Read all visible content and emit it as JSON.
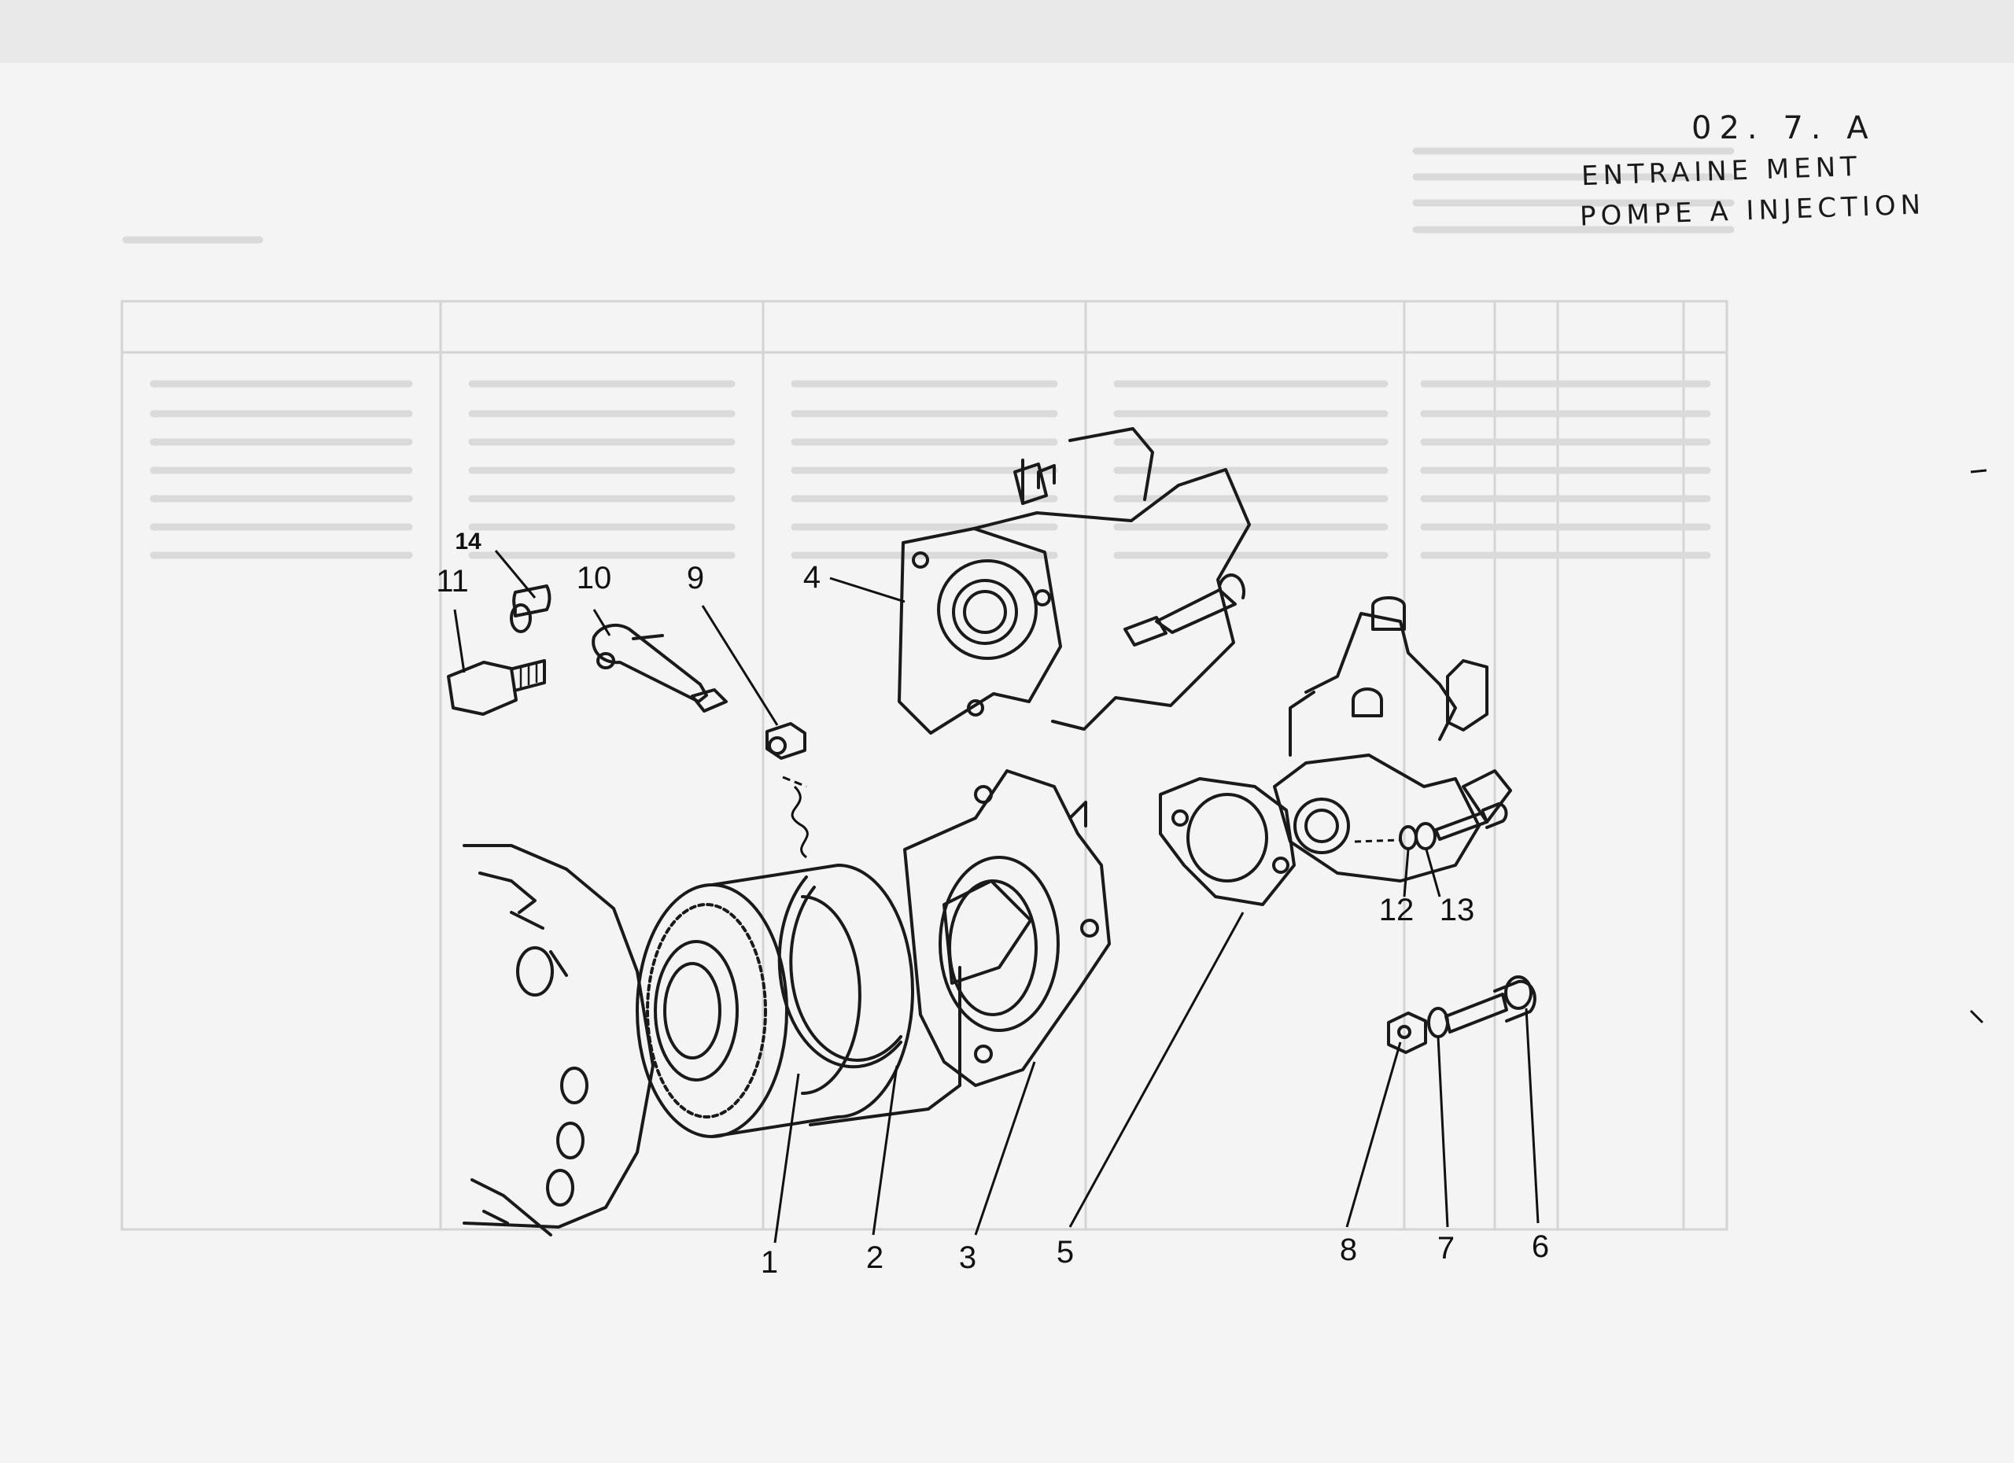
{
  "annotation": {
    "ref_code": "02. 7. A",
    "line1": "ENTRAINE MENT",
    "line2": "POMPE A INJECTION"
  },
  "callouts": [
    {
      "id": "1",
      "label": "1"
    },
    {
      "id": "2",
      "label": "2"
    },
    {
      "id": "3",
      "label": "3"
    },
    {
      "id": "4",
      "label": "4"
    },
    {
      "id": "5",
      "label": "5"
    },
    {
      "id": "6",
      "label": "6"
    },
    {
      "id": "7",
      "label": "7"
    },
    {
      "id": "8",
      "label": "8"
    },
    {
      "id": "9",
      "label": "9"
    },
    {
      "id": "10",
      "label": "10"
    },
    {
      "id": "11",
      "label": "11"
    },
    {
      "id": "12",
      "label": "12"
    },
    {
      "id": "13",
      "label": "13"
    },
    {
      "id": "14",
      "label": "14"
    }
  ]
}
